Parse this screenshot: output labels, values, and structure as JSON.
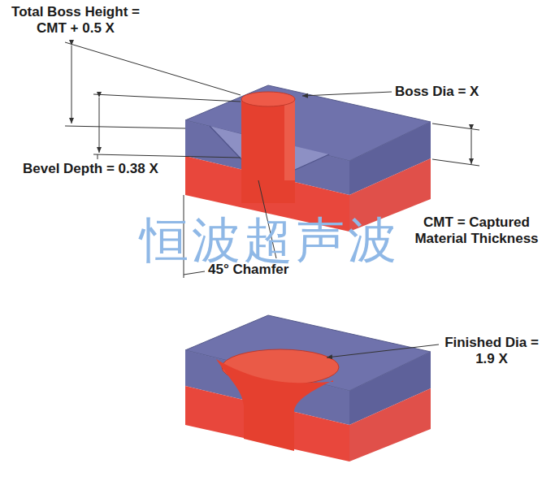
{
  "diagram": {
    "labels": [
      "Total Boss Height = CMT + 0.5 X",
      "Boss Dia = X",
      "Bevel Depth = 0.38 X",
      "恒波超声波",
      "CMT = Captured Material Thickness",
      "45° Chamfer",
      "Finished Dia = 1.9 X"
    ]
  }
}
